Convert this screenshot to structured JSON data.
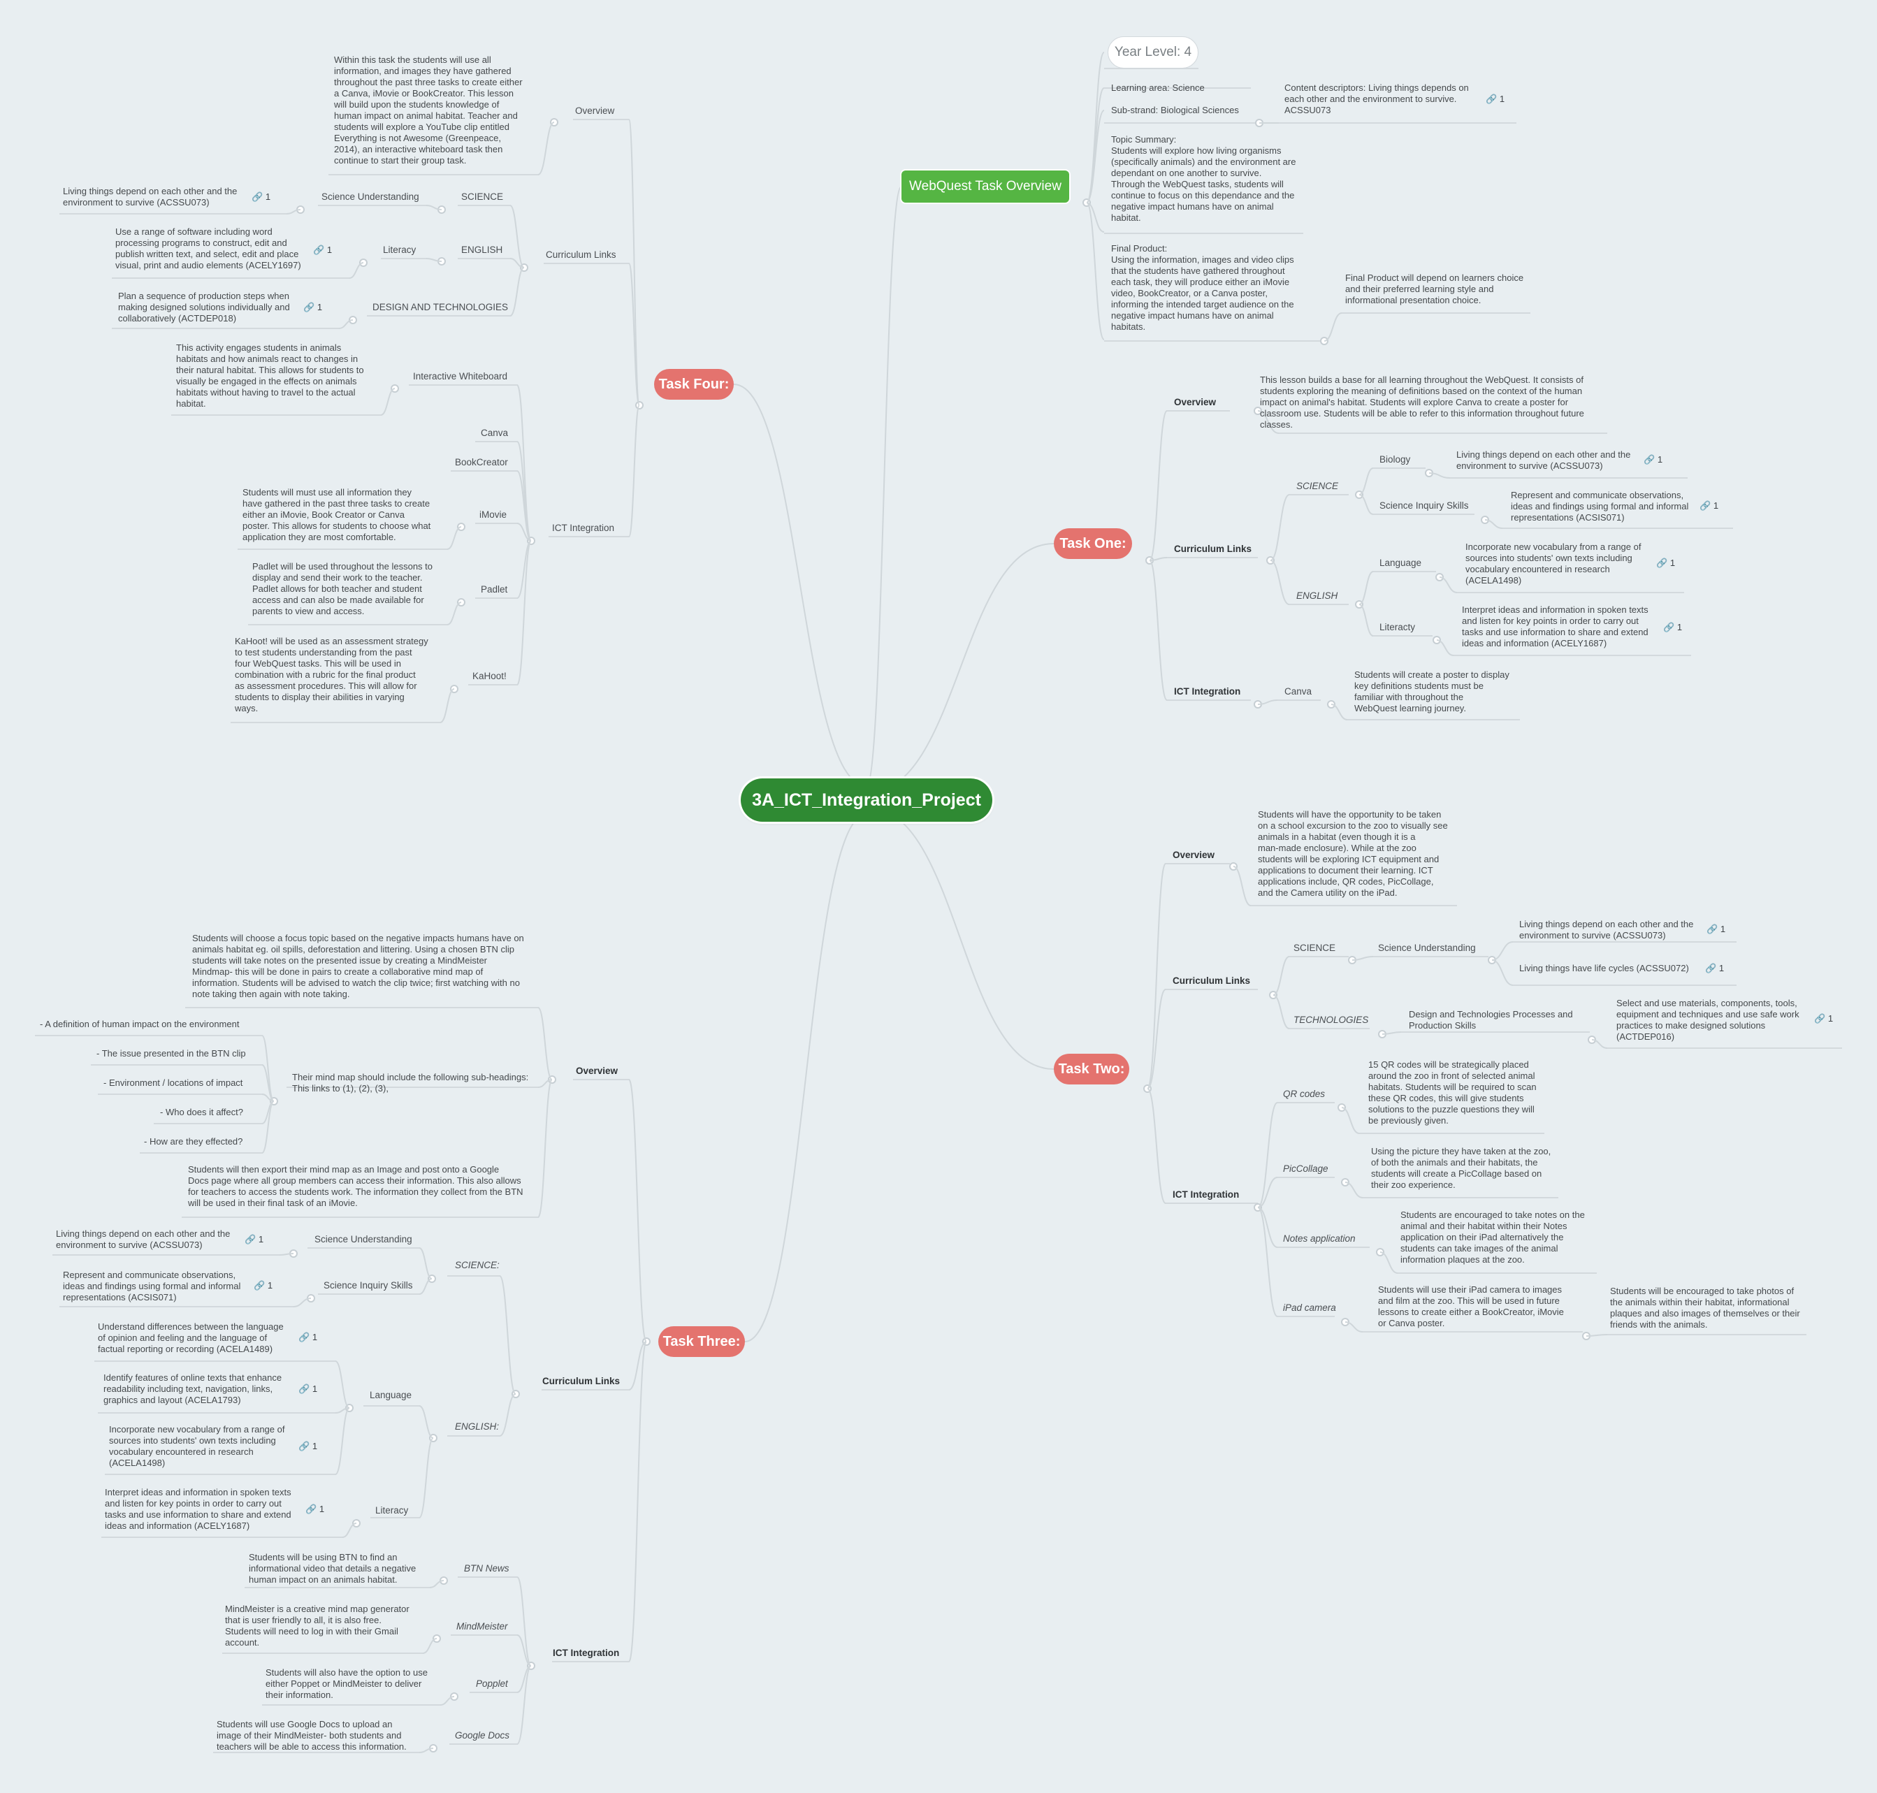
{
  "root": {
    "title": "3A_ICT_Integration_Project"
  },
  "overview": {
    "title": "WebQuest Task Overview",
    "year_level": "Year Level: 4",
    "learning_area": "Learning area: Science",
    "sub_strand": "Sub-strand: Biological Sciences",
    "content_descriptors": "Content descriptors: Living things depends on each other and the environment to survive.\nACSSU073",
    "topic_summary": "Topic Summary:\nStudents will explore how living organisms\n(specifically animals) and the environment are\ndependant on one another to survive.\nThrough the WebQuest tasks, students will\ncontinue to focus on this dependance and the\nnegative impact humans have on animal\nhabitat.",
    "final_product": "Final Product:\nUsing the information, images and video clips\nthat the students have gathered throughout\neach task, they will produce either an iMovie\nvideo, BookCreator, or a Canva poster,\ninforming the intended target audience on the\nnegative impact humans have on animal\nhabitats.",
    "final_product_note": "Final Product will depend on learners choice\nand their preferred learning style and\ninformational presentation choice."
  },
  "task_one": {
    "title": "Task One:",
    "overview_label": "Overview",
    "overview_text": "This lesson builds a base for all learning throughout the WebQuest. It consists of\nstudents exploring the meaning of definitions based on the context of the human\nimpact on animal's habitat. Students will explore Canva to create a poster for\nclassroom use. Students will be able to refer to this information throughout future\nclasses.",
    "curriculum_label": "Curriculum Links",
    "science": "SCIENCE",
    "biology": "Biology",
    "biology_text": "Living things depend on each other and the\nenvironment to survive (ACSSU073)",
    "inquiry": "Science Inquiry Skills",
    "inquiry_text": "Represent and communicate observations,\nideas and findings using formal and informal\nrepresentations  (ACSIS071)",
    "english": "ENGLISH",
    "language": "Language",
    "language_text": "Incorporate new vocabulary from a range of\nsources into students' own texts including\nvocabulary encountered in research\n(ACELA1498)",
    "literacy": "Literacty",
    "literacy_text": "Interpret ideas and information in spoken texts\nand listen for key points in order to carry out\ntasks and use information to share and extend\nideas and information (ACELY1687)",
    "ict_label": "ICT Integration",
    "canva": "Canva",
    "canva_text": "Students will create a poster to display\nkey definitions students must be\nfamiliar with throughout the\nWebQuest learning journey."
  },
  "task_two": {
    "title": "Task Two:",
    "overview_label": "Overview",
    "overview_text": "Students will have the opportunity to be taken\non a school excursion to the zoo to visually see\nanimals in a habitat (even though it is a\nman-made enclosure). While at the zoo\nstudents will be exploring ICT equipment and\napplications to document their learning. ICT\napplications include, QR codes, PicCollage,\nand the Camera utility on the iPad.",
    "curriculum_label": "Curriculum Links",
    "science": "SCIENCE",
    "science_understanding": "Science Understanding",
    "su_text_1": "Living things depend on each other and the\nenvironment to survive (ACSSU073)",
    "su_text_2": "Living things have life cycles (ACSSU072)",
    "technologies": "TECHNOLOGIES",
    "dt_skills": "Design and Technologies Processes and\nProduction Skills",
    "dt_text": "Select and use materials, components, tools,\nequipment and techniques and use safe work\npractices to make designed solutions\n(ACTDEP016)",
    "ict_label": "ICT Integration",
    "qr": "QR codes",
    "qr_text": "15 QR codes will be strategically placed\naround the zoo in front of selected animal\nhabitats. Students will be required to scan\nthese QR codes, this will give students\nsolutions to the puzzle questions they will\nbe previously given.",
    "piccollage": "PicCollage",
    "piccollage_text": "Using the picture they have taken at the zoo,\nof both the animals and their habitats, the\nstudents will create a PicCollage based on\ntheir zoo experience.",
    "notes": "Notes application",
    "notes_text": "Students are encouraged to take notes on the\nanimal and their habitat within their Notes\napplication on their iPad alternatively the\nstudents can take images of the animal\ninformation plaques at the zoo.",
    "ipad": "iPad camera",
    "ipad_text": "Students will use their iPad camera to images\nand film at the zoo. This will be used in future\nlessons to create either a BookCreator, iMovie\nor Canva poster.",
    "ipad_text_2": "Students will be encouraged to take photos of\nthe animals within their habitat, informational\nplaques and also images of themselves or their\nfriends with the animals."
  },
  "task_three": {
    "title": "Task Three:",
    "overview_label": "Overview",
    "overview_text": "Students will choose a focus topic based on the negative impacts humans have on\nanimals habitat eg. oil spills, deforestation and littering. Using a chosen BTN clip\nstudents will take notes on the presented issue by creating a MindMeister\nMindmap- this will be done in pairs to create a collaborative mind map of\ninformation. Students will be advised to watch the clip twice; first watching with no\nnote taking then again with note taking.",
    "subheadings": "Their mind map should include the following sub-headings:\nThis links to (1), (2), (3),",
    "sub_1": "- A definition of human impact on the environment",
    "sub_2": "- The issue presented in the BTN clip",
    "sub_3": "- Environment / locations of impact",
    "sub_4": "- Who does it affect?",
    "sub_5": "- How are they effected?",
    "export_text": "Students will then export their mind map as an Image and post onto a Google\nDocs page where all group members can access their information. This also allows\nfor teachers to access the students work. The information they collect from the BTN\nwill be used in their final task of an iMovie.",
    "curriculum_label": "Curriculum Links",
    "science": "SCIENCE:",
    "su": "Science Understanding",
    "su_text": "Living things depend on each other and the\nenvironment to survive (ACSSU073)",
    "sis": "Science Inquiry Skills",
    "sis_text": "Represent and communicate observations,\nideas and findings using formal and informal\nrepresentations  (ACSIS071)",
    "english": "ENGLISH:",
    "language": "Language",
    "lang_1": "Understand differences between the language\nof opinion and feeling and the language of\nfactual reporting or recording (ACELA1489)",
    "lang_2": "Identify features of online texts that enhance\nreadability including text, navigation, links,\ngraphics and layout (ACELA1793)",
    "lang_3": "Incorporate new vocabulary from a range of\nsources into students' own texts including\nvocabulary encountered in research\n(ACELA1498)",
    "literacy": "Literacy",
    "literacy_text": "Interpret ideas and information in spoken texts\nand listen for key points in order to carry out\ntasks and use information to share and extend\nideas and information (ACELY1687)",
    "ict_label": "ICT Integration",
    "btn": "BTN News",
    "btn_text": "Students will be using BTN to find an\ninformational video that details a negative\nhuman impact on an animals habitat.",
    "mindmeister": "MindMeister",
    "mindmeister_text": "MindMeister is a creative mind map generator\nthat is user friendly to all, it is also free.\nStudents will need to log in with their Gmail\naccount.",
    "popplet": "Popplet",
    "popplet_text": "Students will also have the option to use\neither Poppet or MindMeister to deliver\ntheir information.",
    "gdocs": "Google Docs",
    "gdocs_text": "Students will use Google Docs to upload an\nimage of their MindMeister- both students and\nteachers will be able to access this information."
  },
  "task_four": {
    "title": "Task Four:",
    "overview_label": "Overview",
    "overview_text": "Within this task the students will use all\ninformation, and images they have gathered\nthroughout the past three tasks to create either\na Canva, iMovie or BookCreator. This lesson\nwill build upon the students knowledge of\nhuman impact on animal habitat. Teacher and\nstudents will explore a YouTube clip entitled\nEverything is not Awesome (Greenpeace,\n2014), an interactive whiteboard task then\ncontinue to start their group task.",
    "curriculum_label": "Curriculum Links",
    "science": "SCIENCE",
    "su": "Science Understanding",
    "su_text": "Living things depend on each other and the\nenvironment to survive (ACSSU073)",
    "english": "ENGLISH",
    "literacy": "Literacy",
    "literacy_text": "Use a range of software including word\nprocessing programs to construct, edit and\npublish written text, and select, edit and place\nvisual, print and audio elements (ACELY1697)",
    "design": "DESIGN AND TECHNOLOGIES",
    "design_text": "Plan a sequence of production steps when\nmaking designed solutions individually and\ncollaboratively (ACTDEP018)",
    "ict_label": "ICT Integration",
    "iwb": "Interactive Whiteboard",
    "iwb_text": "This activity engages students in animals\nhabitats and how animals react to changes in\ntheir natural habitat. This allows for students to\nvisually be engaged in the effects on animals\nhabitats without having to travel to the actual\nhabitat.",
    "canva": "Canva",
    "bookcreator": "BookCreator",
    "imovie": "iMovie",
    "imovie_text": "Students will must use all information they\nhave gathered in the past three tasks to create\neither an iMovie, Book Creator or Canva\nposter. This allows for students to choose what\napplication they are most comfortable.",
    "padlet": "Padlet",
    "padlet_text": "Padlet will be used throughout the lessons to\ndisplay and send their work to the teacher.\nPadlet allows for both teacher and student\naccess and can also be made available for\nparents to view and access.",
    "kahoot": "KaHoot!",
    "kahoot_text": "KaHoot! will be used as an assessment strategy\nto test students understanding from the past\nfour WebQuest tasks. This will be used in\ncombination with a rubric for the final product\nas assessment procedures. This will allow for\nstudents to display their abilities in varying\nways."
  },
  "link_count": "1",
  "colors": {
    "root": "#2f8a33",
    "overview": "#55b543",
    "task": "#e4736e",
    "background": "#e8eef1"
  }
}
